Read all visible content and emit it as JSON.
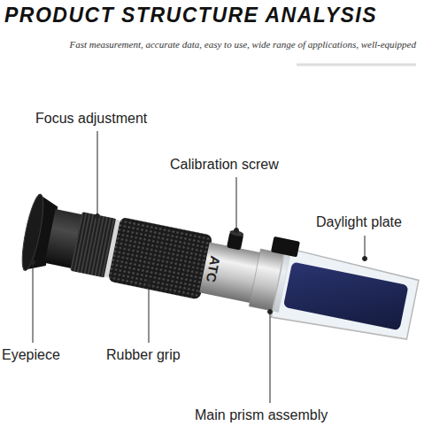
{
  "diagram": {
    "title": "PRODUCT STRUCTURE ANALYSIS",
    "labels": [
      "Fast measurement, accurate data, easy to use, wide range of applications, well-equipped",
      "Focus adjustment",
      "Calibration screw",
      "Daylight plate",
      "Eyepiece",
      "Rubber grip",
      "Main prism assembly",
      "ATC"
    ]
  }
}
